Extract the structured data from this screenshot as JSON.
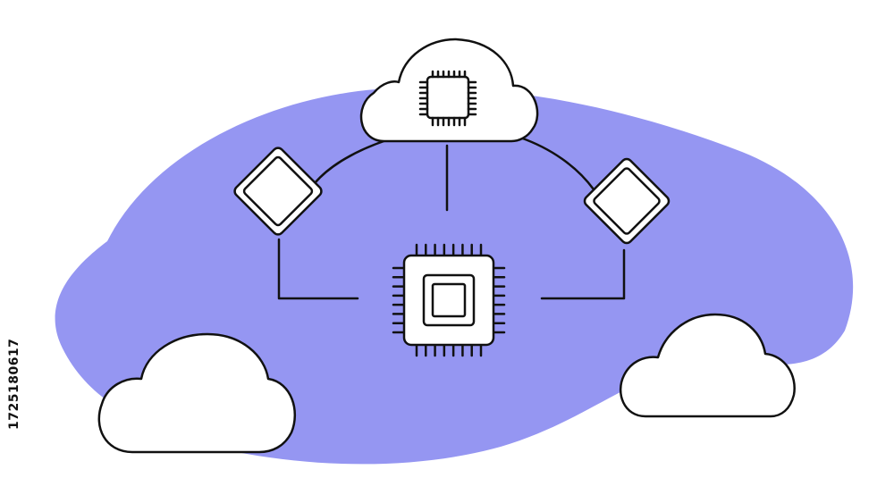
{
  "colors": {
    "background": "#ffffff",
    "blob": "#9596f2",
    "outline": "#111111",
    "shape_fill": "#ffffff"
  },
  "diagram": {
    "nodes": [
      {
        "id": "cloud-top",
        "shape": "cloud",
        "icon": "chip-icon"
      },
      {
        "id": "diamond-left",
        "shape": "diamond"
      },
      {
        "id": "diamond-right",
        "shape": "diamond"
      },
      {
        "id": "central-processor",
        "shape": "chip",
        "icon": "processor-icon"
      },
      {
        "id": "cloud-left",
        "shape": "cloud"
      },
      {
        "id": "cloud-right",
        "shape": "cloud"
      }
    ],
    "edges": [
      {
        "from": "cloud-top",
        "to": "diamond-left"
      },
      {
        "from": "cloud-top",
        "to": "diamond-right"
      },
      {
        "from": "cloud-top",
        "to": "central-processor"
      },
      {
        "from": "diamond-left",
        "to": "central-processor"
      },
      {
        "from": "diamond-right",
        "to": "central-processor"
      }
    ]
  },
  "watermark": {
    "stock_id": "1725180617"
  }
}
